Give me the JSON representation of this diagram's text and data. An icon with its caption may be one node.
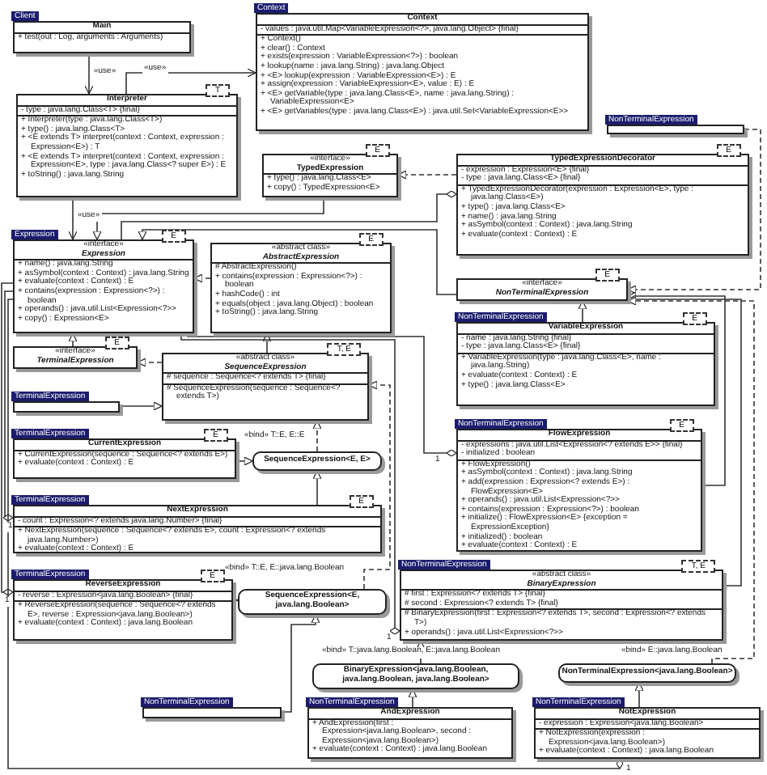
{
  "diagram": {
    "nodes": [
      {
        "text": [
          "Client",
          "Main",
          "+ test(out : Log, arguments : Arguments)"
        ]
      },
      {
        "text": [
          "Context",
          "Context",
          "- values : java.util.Map<VariableExpression<?>, java.lang.Object>   {final}",
          "+ Context()",
          "+ clear() : Context",
          "+ exists(expression : VariableExpression<?>) : boolean",
          "+ lookup(name : java.lang.String) : java.lang.Object",
          "+ <E> lookup(expression : VariableExpression<E>) : E",
          "+ assign(expression : VariableExpression<E>, value : E) : E",
          "+ <E> getVariable(type : java.lang.Class<E>, name : java.lang.String) : VariableExpression<E>",
          "+ <E> getVariables(type : java.lang.Class<E>) : java.util.Set<VariableExpression<E>>"
        ]
      },
      {
        "text": [
          "T",
          "Interpreter",
          "- type : java.lang.Class<T>   {final}",
          "+ Interpreter(type : java.lang.Class<T>)",
          "+ type() : java.lang.Class<T>",
          "+ <E extends T> interpret(context : Context, expression : Expression<E>) : T",
          "+ <E extends T> interpret(context : Context, expression : Expression<E>, type : java.lang.Class<? super E>) : E",
          "+ toString() : java.lang.String"
        ]
      },
      {
        "text": [
          "E",
          "«interface»",
          "TypedExpression",
          "+ type() : java.lang.Class<E>",
          "+ copy() : TypedExpression<E>"
        ]
      },
      {
        "text": [
          "NonTerminalExpression"
        ]
      },
      {
        "text": [
          "E",
          "TypedExpressionDecorator",
          "- expression : Expression<E>   {final}",
          "- type : java.lang.Class<E>   {final}",
          "+ TypedExpressionDecorator(expression : Expression<E>, type : java.lang.Class<E>)",
          "+ type() : java.lang.Class<E>",
          "+ name() : java.lang.String",
          "+ asSymbol(context : Context) : java.lang.String",
          "+ evaluate(context : Context) : E"
        ]
      },
      {
        "text": [
          "Expression",
          "E",
          "«interface»",
          "Expression",
          "+ name() : java.lang.String",
          "+ asSymbol(context : Context) : java.lang.String",
          "+ evaluate(context : Context) : E",
          "+ contains(expression : Expression<?>) : boolean",
          "+ operands() : java.util.List<Expression<?>>",
          "+ copy() : Expression<E>"
        ]
      },
      {
        "text": [
          "E",
          "«abstract class»",
          "AbstractExpression",
          "# AbstractExpression()",
          "+ contains(expression : Expression<?>) : boolean",
          "+ hashCode() : int",
          "+ equals(object : java.lang.Object) : boolean",
          "+ toString() : java.lang.String"
        ]
      },
      {
        "text": [
          "E",
          "«interface»",
          "TerminalExpression"
        ]
      },
      {
        "text": [
          "E",
          "«interface»",
          "NonTerminalExpression"
        ]
      },
      {
        "text": [
          "T, E",
          "«abstract class»",
          "SequenceExpression",
          "# sequence : Sequence<? extends T>   {final}",
          "# SequenceExpression(sequence : Sequence<? extends T>)"
        ]
      },
      {
        "text": [
          "NonTerminalExpression",
          "E",
          "VariableExpression",
          "- name : java.lang.String   {final}",
          "- type : java.lang.Class<E>   {final}",
          "+ VariableExpression(type : java.lang.Class<E>, name : java.lang.String)",
          "+ evaluate(context : Context) : E",
          "+ type() : java.lang.Class<E>"
        ]
      },
      {
        "text": [
          "TerminalExpression"
        ]
      },
      {
        "text": [
          "NonTerminalExpression",
          "E",
          "FlowExpression",
          "- expressions : java.util.List<Expression<? extends E>>   {final}",
          "- initialized : boolean",
          "+ FlowExpression()",
          "+ asSymbol(context : Context) : java.lang.String",
          "+ add(expression : Expression<? extends E>) : FlowExpression<E>",
          "+ operands() : java.util.List<Expression<?>>",
          "+ contains(expression : Expression<?>) : boolean",
          "+ initialize() : FlowExpression<E>   {exception = ExpressionException}",
          "+ initialized() : boolean",
          "+ evaluate(context : Context) : E"
        ]
      },
      {
        "text": [
          "TerminalExpression",
          "E",
          "CurrentExpression",
          "+ CurrentExpression(sequence : Sequence<? extends E>)",
          "+ evaluate(context : Context) : E"
        ]
      },
      {
        "text": [
          "SequenceExpression<E, E>"
        ]
      },
      {
        "text": [
          "TerminalExpression",
          "E",
          "NextExpression",
          "- count : Expression<? extends java.lang.Number>   {final}",
          "+ NextExpression(sequence : Sequence<? extends E>, count : Expression<? extends java.lang.Number>)",
          "+ evaluate(context : Context) : E"
        ]
      },
      {
        "text": [
          "TerminalExpression",
          "E",
          "ReverseExpression",
          "- reverse : Expression<java.lang.Boolean>   {final}",
          "+ ReverseExpression(sequence : Sequence<? extends E>, reverse : Expression<java.lang.Boolean>)",
          "+ evaluate(context : Context) : java.lang.Boolean"
        ]
      },
      {
        "text": [
          "SequenceExpression<E, java.lang.Boolean>"
        ]
      },
      {
        "text": [
          "NonTerminalExpression",
          "T, E",
          "«abstract class»",
          "BinaryExpression",
          "# first : Expression<? extends T>   {final}",
          "# second : Expression<? extends T>   {final}",
          "# BinaryExpression(first : Expression<? extends T>, second : Expression<? extends T>)",
          "+ operands() : java.util.List<Expression<?>>"
        ]
      },
      {
        "text": [
          "NonTerminalExpression"
        ]
      },
      {
        "text": [
          "BinaryExpression<java.lang.Boolean, java.lang.Boolean, java.lang.Boolean>"
        ]
      },
      {
        "text": [
          "NonTerminalExpression<java.lang.Boolean>"
        ]
      },
      {
        "text": [
          "NonTerminalExpression",
          "AndExpression",
          "+ AndExpression(first : Expression<java.lang.Boolean>, second : Expression<java.lang.Boolean>)",
          "+ evaluate(context : Context) : java.lang.Boolean"
        ]
      },
      {
        "text": [
          "NonTerminalExpression",
          "NotExpression",
          "- expression : Expression<java.lang.Boolean>",
          "+ NotExpression(expression : Expression<java.lang.Boolean>)",
          "+ evaluate(context : Context) : java.lang.Boolean"
        ]
      }
    ],
    "edges": [
      {
        "from": 0,
        "to": 2,
        "arrow": "to",
        "label": "«use»"
      },
      {
        "from": 2,
        "to": 1,
        "arrow": "to",
        "label": "«use»"
      },
      {
        "from": 2,
        "to": 6,
        "arrow": "to",
        "label": "«use»"
      },
      {
        "from": 3,
        "to": 6,
        "arrow": "to"
      },
      {
        "from": 5,
        "to": 3,
        "arrow": "to",
        "style": "dashed"
      },
      {
        "from": 5,
        "to": 6,
        "arrow": "other"
      },
      {
        "from": 4,
        "to": 9,
        "arrow": "to",
        "style": "dashed"
      },
      {
        "from": 7,
        "to": 6,
        "arrow": "to",
        "style": "dashed"
      },
      {
        "from": 8,
        "to": 6,
        "arrow": "to"
      },
      {
        "from": 10,
        "to": 7,
        "arrow": "to"
      },
      {
        "from": 10,
        "to": 8,
        "arrow": "to",
        "style": "dashed"
      },
      {
        "from": 12,
        "to": 10,
        "arrow": "to"
      },
      {
        "from": 15,
        "to": 10,
        "arrow": "to",
        "style": "dashed",
        "label": "«bind» T::E, E::E"
      },
      {
        "from": 14,
        "to": 15,
        "arrow": "to"
      },
      {
        "from": 16,
        "to": 15,
        "arrow": "to"
      },
      {
        "from": 16,
        "to": 6,
        "arrow": "other",
        "label": "1"
      },
      {
        "from": 17,
        "to": 6,
        "arrow": "other",
        "label": "1"
      },
      {
        "from": 17,
        "to": 18,
        "arrow": "to"
      },
      {
        "from": 18,
        "to": 10,
        "arrow": "to",
        "style": "dashed",
        "label": "«bind» T::E, E::java.lang.Boolean"
      },
      {
        "from": 9,
        "to": 6,
        "arrow": "to"
      },
      {
        "from": 11,
        "to": 9,
        "arrow": "to"
      },
      {
        "from": 13,
        "to": 9,
        "arrow": "to"
      },
      {
        "from": 13,
        "to": 6,
        "arrow": "other",
        "label": "1"
      },
      {
        "from": 19,
        "to": 9,
        "arrow": "to"
      },
      {
        "from": 19,
        "to": 6,
        "arrow": "other",
        "label": "1"
      },
      {
        "from": 20,
        "to": 18,
        "arrow": "to"
      },
      {
        "from": 21,
        "to": 19,
        "arrow": "to",
        "style": "dashed",
        "label": "«bind» T::java.lang.Boolean, E::java.lang.Boolean"
      },
      {
        "from": 22,
        "to": 9,
        "arrow": "to",
        "style": "dashed",
        "label": "«bind» E::java.lang.Boolean"
      },
      {
        "from": 23,
        "to": 21,
        "arrow": "to"
      },
      {
        "from": 24,
        "to": 22,
        "arrow": "to"
      },
      {
        "from": 24,
        "to": 6,
        "arrow": "other",
        "label": "1"
      }
    ]
  }
}
